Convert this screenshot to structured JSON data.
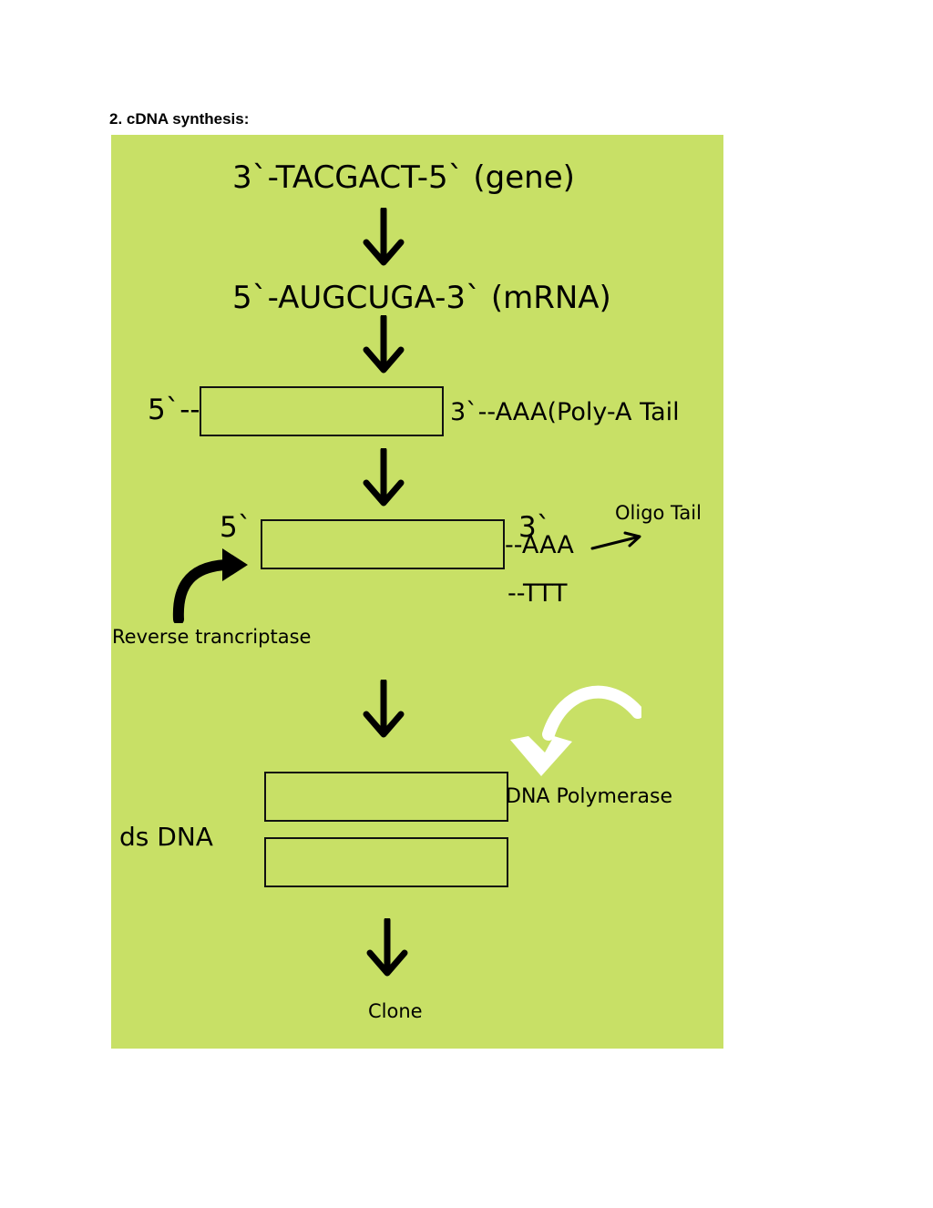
{
  "heading": "2. cDNA synthesis:",
  "colors": {
    "background": "#c8e066",
    "ink": "#000000",
    "polymerase_arrow": "#ffffff"
  },
  "diagram": {
    "gene": "3`-TACGACT-5` (gene)",
    "mrna": "5`-AUGCUGA-3` (mRNA)",
    "polya_left": "5`--",
    "polya_right": "3`--AAA(Poly-A Tail",
    "strand_5": "5`",
    "strand_3": "3`",
    "aaa": "--AAA",
    "ttt": "--TTT",
    "oligo_tail": "Oligo Tail",
    "reverse_transcriptase": "Reverse trancriptase",
    "dna_polymerase": "DNA Polymerase",
    "ds_dna": "ds DNA",
    "clone": "Clone"
  },
  "icons": {
    "down_arrow": "down-arrow-icon",
    "curved_arrow": "curved-arrow-icon",
    "small_arrow": "right-arrow-icon",
    "polymerase_arrow": "curved-white-arrow-icon"
  }
}
